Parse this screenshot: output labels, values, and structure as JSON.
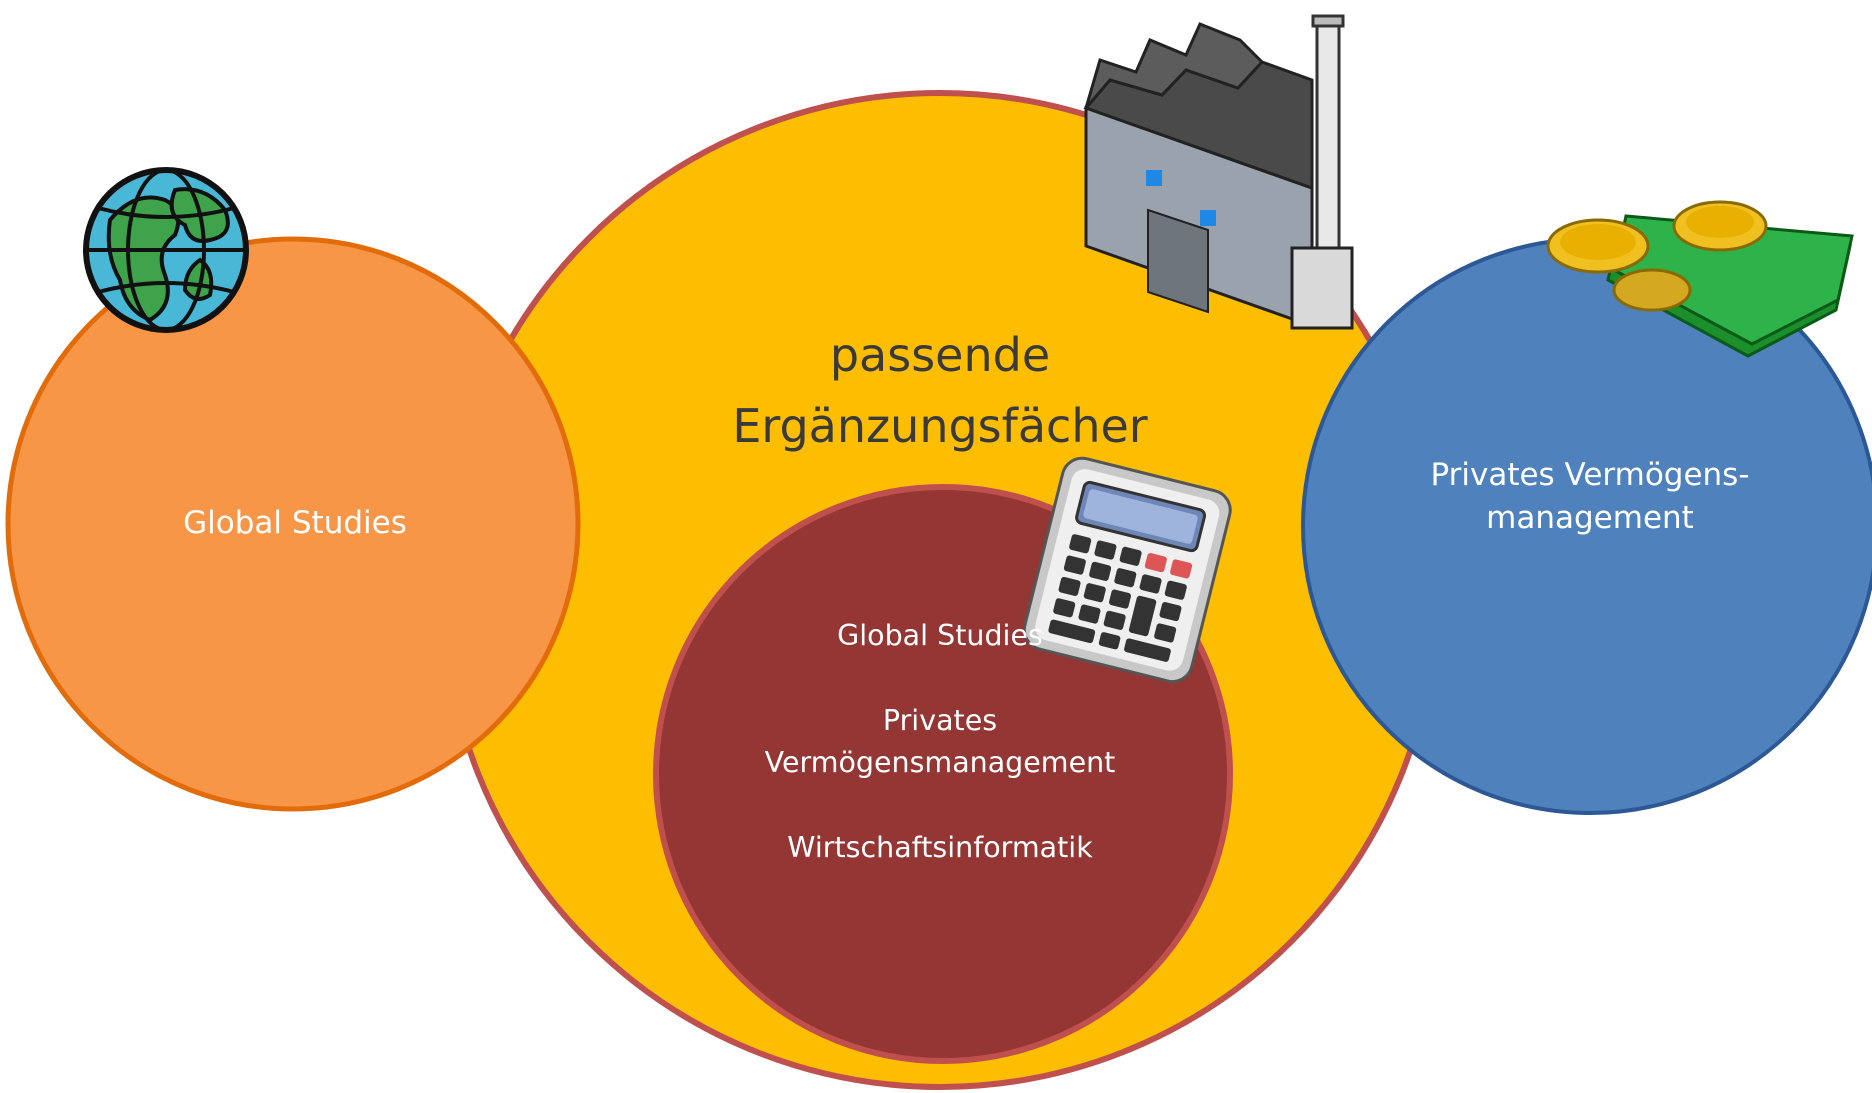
{
  "colors": {
    "big_circle_fill": "#fdbd00",
    "big_circle_stroke": "#c0504d",
    "inner_circle_fill": "#943634",
    "inner_circle_stroke": "#c0504d",
    "left_circle_fill": "#f79646",
    "left_circle_stroke": "#e36c0a",
    "right_circle_fill": "#4f81bd",
    "right_circle_stroke": "#2c5896",
    "title_text": "#3a3a3a",
    "label_text": "#ffffff"
  },
  "center": {
    "title_line1": "passende",
    "title_line2": "Ergänzungsfächer",
    "icon": "factory-icon"
  },
  "inner": {
    "icon": "calculator-icon",
    "item1": "Global Studies",
    "item2_line1": "Privates",
    "item2_line2": "Vermögensmanagement",
    "item3": "Wirtschaftsinformatik"
  },
  "left": {
    "label": "Global Studies",
    "icon": "globe-icon"
  },
  "right": {
    "label_line1": "Privates Vermögens-",
    "label_line2": "management",
    "icon": "money-icon"
  }
}
